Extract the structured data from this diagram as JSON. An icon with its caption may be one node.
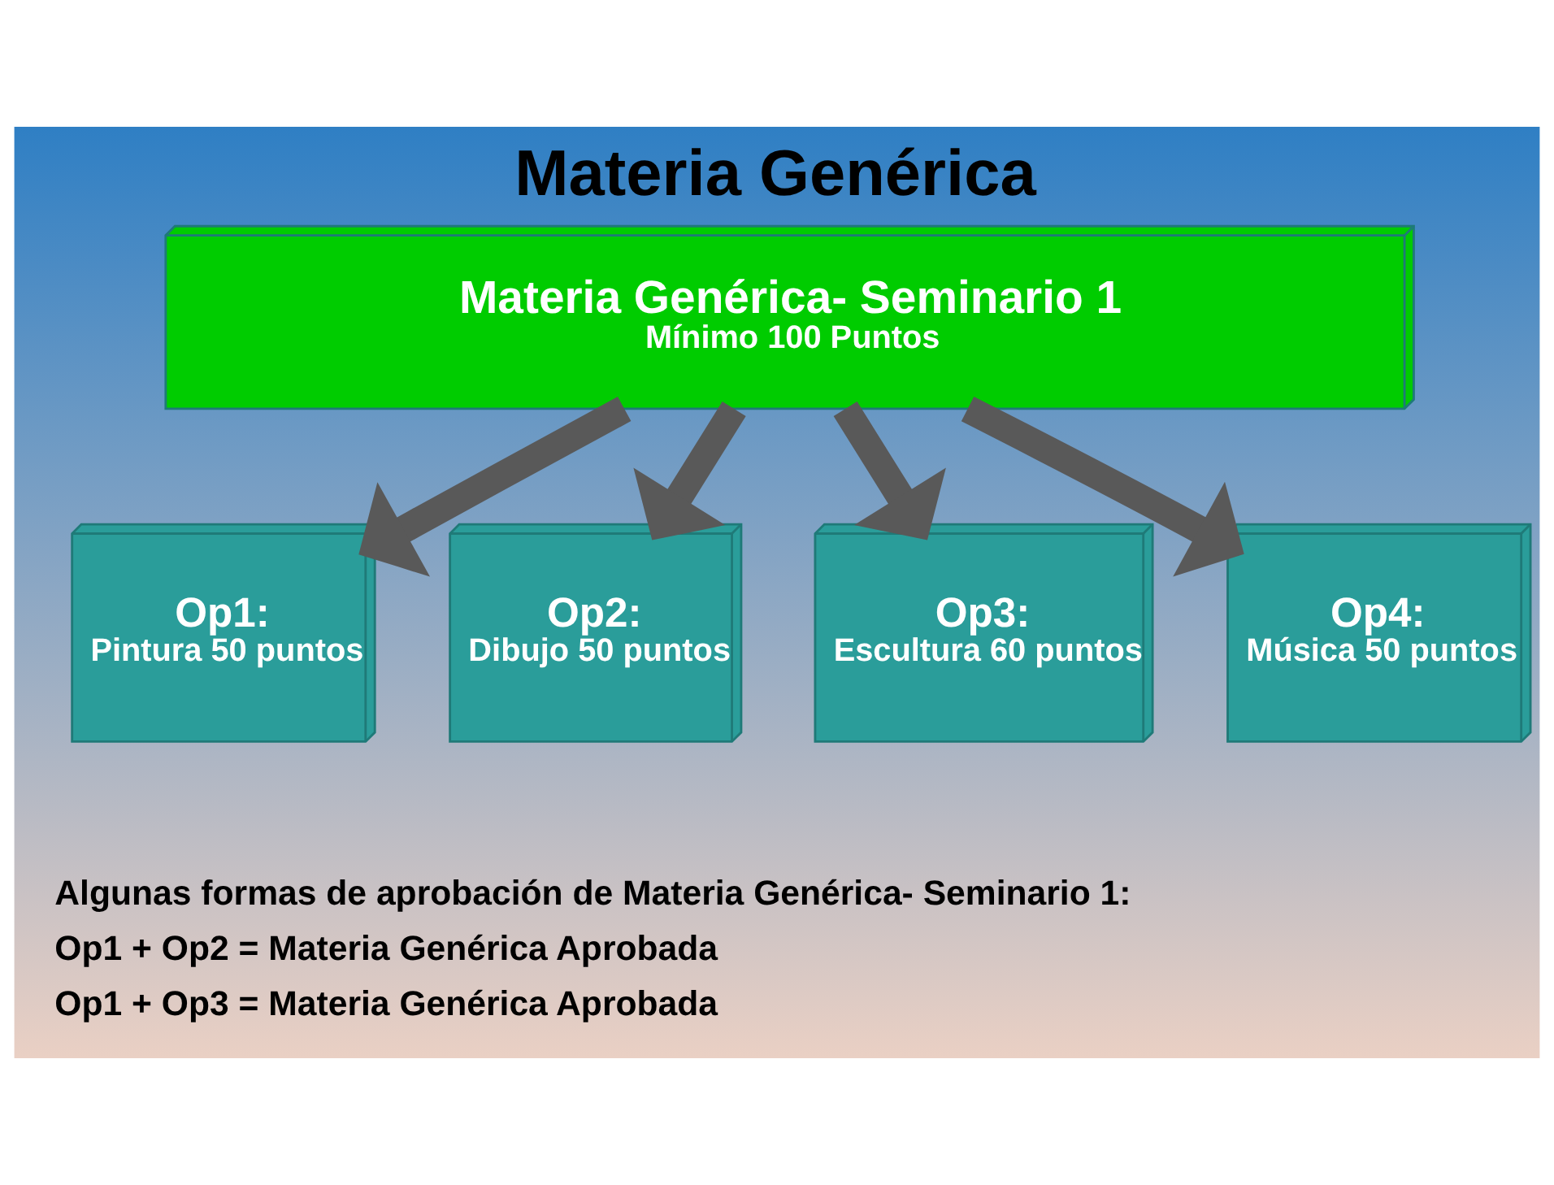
{
  "diagram": {
    "title": "Materia Genérica",
    "nodes": [
      {
        "text": [
          "Materia Genérica- Seminario 1",
          "Mínimo 100 Puntos"
        ]
      },
      {
        "text": [
          "Op1:",
          "Pintura 50 puntos"
        ]
      },
      {
        "text": [
          "Op2:",
          "Dibujo 50 puntos"
        ]
      },
      {
        "text": [
          "Op3:",
          "Escultura 60 puntos"
        ]
      },
      {
        "text": [
          "Op4:",
          "Música 50 puntos"
        ]
      }
    ],
    "edges": [
      {
        "from": 0,
        "to": 1,
        "arrow": "to"
      },
      {
        "from": 0,
        "to": 2,
        "arrow": "to"
      },
      {
        "from": 0,
        "to": 3,
        "arrow": "to"
      },
      {
        "from": 0,
        "to": 4,
        "arrow": "to"
      }
    ],
    "labels": [
      "Algunas formas de aprobación de Materia Genérica- Seminario 1:",
      "Op1 + Op2 = Materia Genérica Aprobada",
      "Op1 + Op3 = Materia Genérica Aprobada"
    ]
  }
}
